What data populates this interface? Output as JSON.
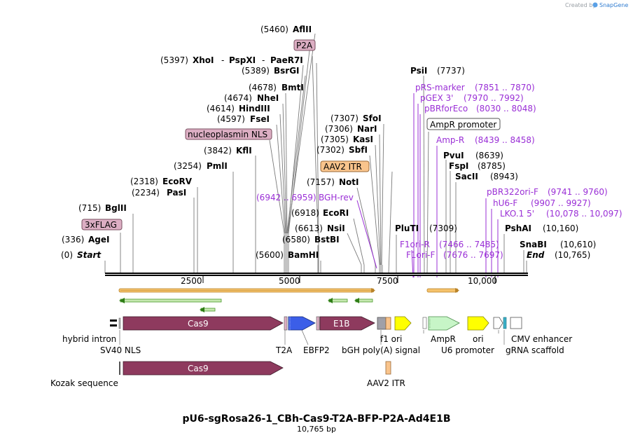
{
  "watermark": {
    "prefix": "Created by",
    "brand": "SnapGene"
  },
  "title": "pU6-sgRosa26-1_CBh-Cas9-T2A-BFP-P2A-Ad4E1B",
  "subtitle": "10,765 bp",
  "axis": {
    "ticks": [
      "2500",
      "5000",
      "7500",
      "10,000"
    ],
    "start_label": "Start",
    "start_pos": "(0)",
    "end_label": "End",
    "end_pos": "(10,765)"
  },
  "sites_left": [
    {
      "pos": "(336)",
      "name": "AgeI",
      "italic": true
    },
    {
      "pos": "(715)",
      "name": "BglII"
    },
    {
      "pos": "(2234)",
      "name": "PasI"
    },
    {
      "pos": "(2318)",
      "name": "EcoRV"
    },
    {
      "pos": "(3254)",
      "name": "PmlI"
    },
    {
      "pos": "(3842)",
      "name": "KflI"
    },
    {
      "pos": "(4597)",
      "name": "FseI"
    },
    {
      "pos": "(4614)",
      "name": "HindIII"
    },
    {
      "pos": "(4674)",
      "name": "NheI"
    },
    {
      "pos": "(4678)",
      "name": "BmtI"
    },
    {
      "pos": "(5389)",
      "name": "BsrGI"
    },
    {
      "pos": "(5397)",
      "name": "XhoI",
      "extra1": "PspXI",
      "extra2": "PaeR7I"
    },
    {
      "pos": "(5460)",
      "name": "AflII"
    },
    {
      "pos": "(5600)",
      "name": "BamHI"
    },
    {
      "pos": "(6580)",
      "name": "BstBI"
    },
    {
      "pos": "(6613)",
      "name": "NsiI"
    },
    {
      "pos": "(6918)",
      "name": "EcoRI"
    },
    {
      "pos": "(7157)",
      "name": "NotI"
    },
    {
      "pos": "(7302)",
      "name": "SbfI"
    },
    {
      "pos": "(7305)",
      "name": "KasI"
    },
    {
      "pos": "(7306)",
      "name": "NarI"
    },
    {
      "pos": "(7307)",
      "name": "SfoI"
    }
  ],
  "sites_right": [
    {
      "pos": "(7737)",
      "name": "PsiI"
    },
    {
      "pos": "(8639)",
      "name": "PvuI"
    },
    {
      "pos": "(8785)",
      "name": "FspI"
    },
    {
      "pos": "(8943)",
      "name": "SacII"
    },
    {
      "pos": "(7309)",
      "name": "PluTI"
    },
    {
      "pos": "(10,160)",
      "name": "PshAI"
    },
    {
      "pos": "(10,610)",
      "name": "SnaBI"
    }
  ],
  "boxed_labels": {
    "p2a": "P2A",
    "nls": "nucleoplasmin NLS",
    "aav2": "AAV2 ITR",
    "flag": "3xFLAG",
    "ampr_promoter": "AmpR promoter"
  },
  "primers": [
    {
      "name": "pRS-marker",
      "range": "(7851 .. 7870)"
    },
    {
      "name": "pGEX 3'",
      "range": "(7970 .. 7992)"
    },
    {
      "name": "pBRforEco",
      "range": "(8030 .. 8048)"
    },
    {
      "name": "Amp-R",
      "range": "(8439 .. 8458)"
    },
    {
      "name": "pBR322ori-F",
      "range": "(9741 .. 9760)"
    },
    {
      "name": "hU6-F",
      "range": "(9907 .. 9927)"
    },
    {
      "name": "LKO.1 5'",
      "range": "(10,078 .. 10,097)"
    },
    {
      "name": "BGH-rev",
      "range": "(6942 .. 6959)"
    },
    {
      "name": "F1ori-R",
      "range": "(7466 .. 7485)"
    },
    {
      "name": "F1ori-F",
      "range": "(7676 .. 7697)"
    }
  ],
  "features": {
    "cas9": "Cas9",
    "e1b": "E1B",
    "cas9_b": "Cas9",
    "hybrid_intron": "hybrid intron",
    "sv40_nls": "SV40 NLS",
    "t2a": "T2A",
    "ebfp2": "EBFP2",
    "bgh": "bGH poly(A) signal",
    "f1ori": "f1 ori",
    "ampr": "AmpR",
    "ori": "ori",
    "u6": "U6 promoter",
    "cmv": "CMV enhancer",
    "grna": "gRNA scaffold",
    "kozak": "Kozak sequence",
    "aav2_itr": "AAV2 ITR"
  },
  "colors": {
    "cas9": "#8e3a5e",
    "ebfp2": "#3b5ee8",
    "ampr": "#c7f5c7",
    "yellow": "#ffff00",
    "primer": "#9a2fd6",
    "orange_box": "#f9c48c",
    "pink_box": "#dcaec3"
  }
}
